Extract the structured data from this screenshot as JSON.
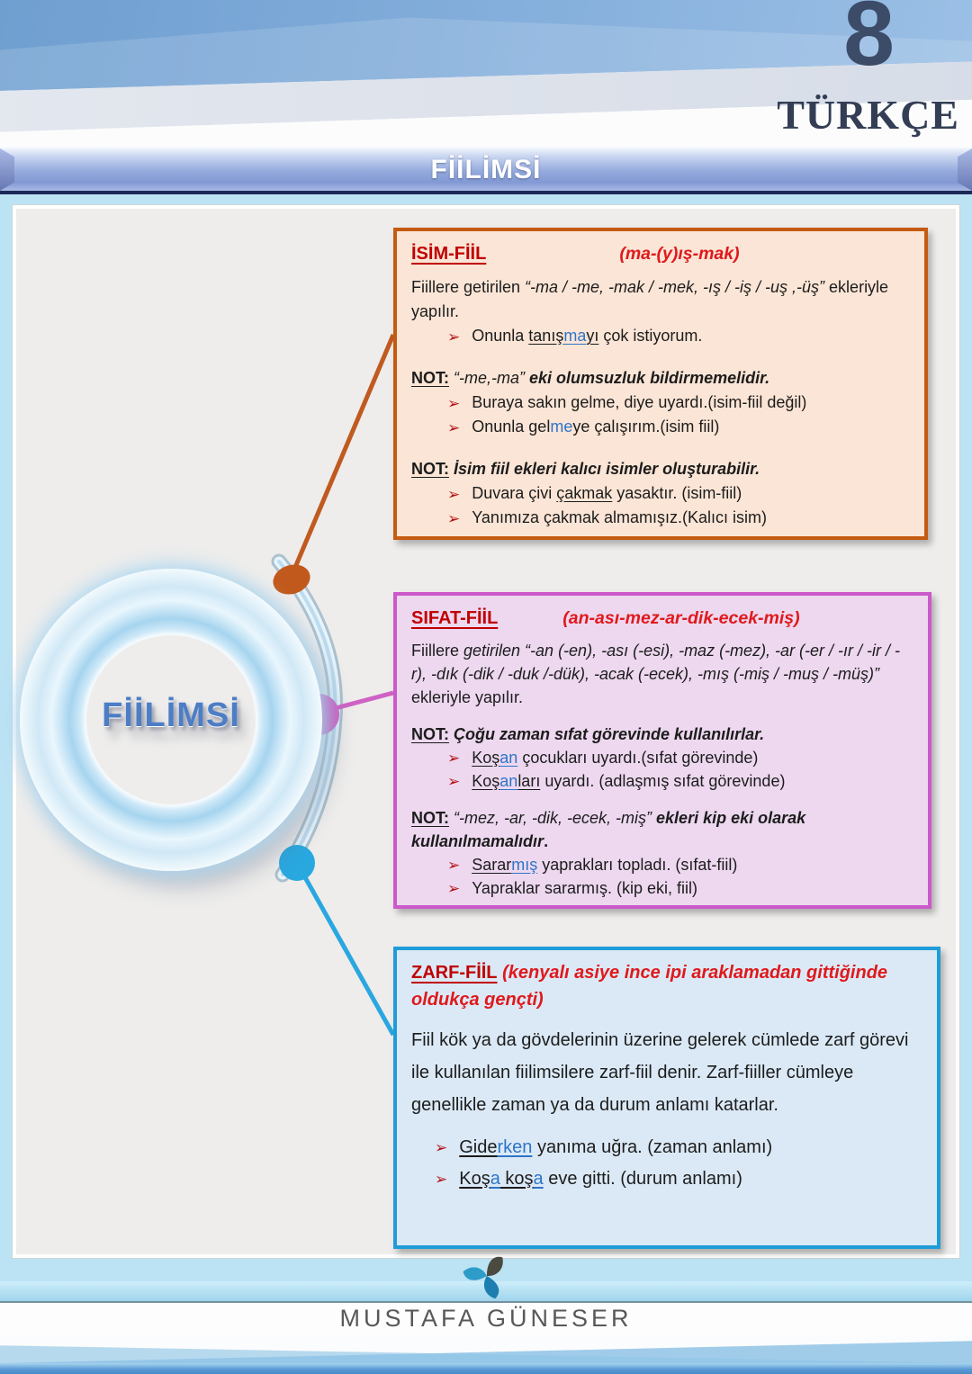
{
  "page": {
    "grade_number": "8",
    "subject": "TÜRKÇE",
    "banner_title": "FİİLİMSİ",
    "diagram_label": "FİİLİMSİ",
    "footer_brand": "MUSTAFA GÜNESER"
  },
  "colors": {
    "header_blue": "#7da9d8",
    "banner_blue": "#8299d4",
    "title_red": "#c00000",
    "annotation_red": "#e0191c",
    "suffix_blue": "#2e74c8",
    "dot_orange": "#c2591c",
    "dot_pink": "#d263c8",
    "dot_blue": "#29a8e0",
    "footer_bar_blue": "#5b9bd5"
  },
  "boxes": [
    {
      "id": "isim-fiil",
      "title": "İSİM-FİİL",
      "suffix_note": "(ma-(y)ış-mak)",
      "border_color": "#c55a11",
      "bg_color": "#fbe5d6",
      "lines": [
        {
          "type": "p",
          "segs": [
            {
              "t": "Fiillere getirilen "
            },
            {
              "t": "“-ma / -me, -mak / -mek, -ış / -iş / -uş ,-üş”",
              "f": "i"
            },
            {
              "t": " ekleriyle yapılır."
            }
          ]
        },
        {
          "type": "bullet",
          "segs": [
            {
              "t": "Onunla "
            },
            {
              "t": "tanış",
              "f": "u"
            },
            {
              "t": "ma",
              "f": "u,B"
            },
            {
              "t": "yı",
              "f": "u"
            },
            {
              "t": " çok istiyorum."
            }
          ]
        },
        {
          "type": "note",
          "segs": [
            {
              "t": "NOT:",
              "f": "b,u"
            },
            {
              "t": " "
            },
            {
              "t": "“-me,-ma”",
              "f": "i"
            },
            {
              "t": " ",
              "f": ""
            },
            {
              "t": "eki olumsuzluk bildirmemelidir.",
              "f": "b,i"
            }
          ]
        },
        {
          "type": "bullet",
          "segs": [
            {
              "t": "Buraya sakın gelme, diye uyardı.(isim-fiil değil)"
            }
          ]
        },
        {
          "type": "bullet",
          "segs": [
            {
              "t": "Onunla gel"
            },
            {
              "t": "me",
              "f": "B"
            },
            {
              "t": "ye çalışırım.(isim fiil)"
            }
          ]
        },
        {
          "type": "note",
          "segs": [
            {
              "t": "NOT:",
              "f": "b,u"
            },
            {
              "t": " "
            },
            {
              "t": "İsim fiil ekleri kalıcı isimler oluşturabilir.",
              "f": "b,i"
            }
          ]
        },
        {
          "type": "bullet",
          "segs": [
            {
              "t": "Duvara çivi "
            },
            {
              "t": "çakmak",
              "f": "u"
            },
            {
              "t": " yasaktır. (isim-fiil)"
            }
          ]
        },
        {
          "type": "bullet",
          "segs": [
            {
              "t": "Yanımıza çakmak almamışız.(Kalıcı isim)"
            }
          ]
        }
      ]
    },
    {
      "id": "sifat-fiil",
      "title": "SIFAT-FİİL",
      "suffix_note": "(an-ası-mez-ar-dik-ecek-miş)",
      "border_color": "#cc59c9",
      "bg_color": "#edd8ef",
      "lines": [
        {
          "type": "p",
          "segs": [
            {
              "t": "Fiillere "
            },
            {
              "t": "getirilen “-an (-en), -ası (-esi), -maz (-mez), -ar (-er / -ır / -ir / -r), -dık (-dik / -duk /-dük), -acak (-ecek), -mış (-miş / -muş / -müş)”",
              "f": "i"
            },
            {
              "t": " ekleriyle yapılır."
            }
          ]
        },
        {
          "type": "note",
          "segs": [
            {
              "t": "NOT:",
              "f": "b,u"
            },
            {
              "t": " "
            },
            {
              "t": "Çoğu zaman sıfat görevinde kullanılırlar.",
              "f": "b,i"
            }
          ]
        },
        {
          "type": "bullet",
          "segs": [
            {
              "t": "Koş",
              "f": "u"
            },
            {
              "t": "an",
              "f": "u,B"
            },
            {
              "t": " çocukları uyardı.(sıfat görevinde)"
            }
          ]
        },
        {
          "type": "bullet",
          "segs": [
            {
              "t": "Koş",
              "f": "u"
            },
            {
              "t": "an",
              "f": "u,B"
            },
            {
              "t": "ları",
              "f": "u"
            },
            {
              "t": " uyardı. (adlaşmış sıfat görevinde)"
            }
          ]
        },
        {
          "type": "note",
          "segs": [
            {
              "t": "NOT:",
              "f": "b,u"
            },
            {
              "t": " "
            },
            {
              "t": "“-mez, -ar, -dik, -ecek, -miş”",
              "f": "i"
            },
            {
              "t": " ekleri kip eki olarak kullanılmamalıdır",
              "f": "b,i"
            },
            {
              "t": ".",
              "f": "b"
            }
          ]
        },
        {
          "type": "bullet",
          "segs": [
            {
              "t": "Sarar",
              "f": "u"
            },
            {
              "t": "mış",
              "f": "u,B"
            },
            {
              "t": " yaprakları topladı. (sıfat-fiil)"
            }
          ]
        },
        {
          "type": "bullet",
          "segs": [
            {
              "t": "Yapraklar sararmış. (kip eki, fiil)"
            }
          ]
        }
      ]
    },
    {
      "id": "zarf-fiil",
      "title": "ZARF-FİİL",
      "suffix_note": "(kenyalı asiye ince ipi araklamadan gittiğinde oldukça gençti)",
      "title_inline": true,
      "border_color": "#1f9cd8",
      "bg_color": "#dbe9f6",
      "lines": [
        {
          "type": "p",
          "segs": [
            {
              "t": "Fiil kök ya da gövdelerinin üzerine gelerek cümlede zarf görevi ile kullanılan fiilimsilere zarf-fiil denir. Zarf-fiiller cümleye genellikle zaman ya da durum anlamı katarlar."
            }
          ]
        },
        {
          "type": "bullet",
          "segs": [
            {
              "t": "Gide",
              "f": "u"
            },
            {
              "t": "rken",
              "f": "u,B"
            },
            {
              "t": " yanıma uğra. (zaman anlamı)"
            }
          ]
        },
        {
          "type": "bullet",
          "segs": [
            {
              "t": "Koş",
              "f": "u"
            },
            {
              "t": "a",
              "f": "u,B"
            },
            {
              "t": " koş",
              "f": "u"
            },
            {
              "t": "a",
              "f": "u,B"
            },
            {
              "t": " eve gitti. (durum anlamı)"
            }
          ]
        }
      ]
    }
  ]
}
